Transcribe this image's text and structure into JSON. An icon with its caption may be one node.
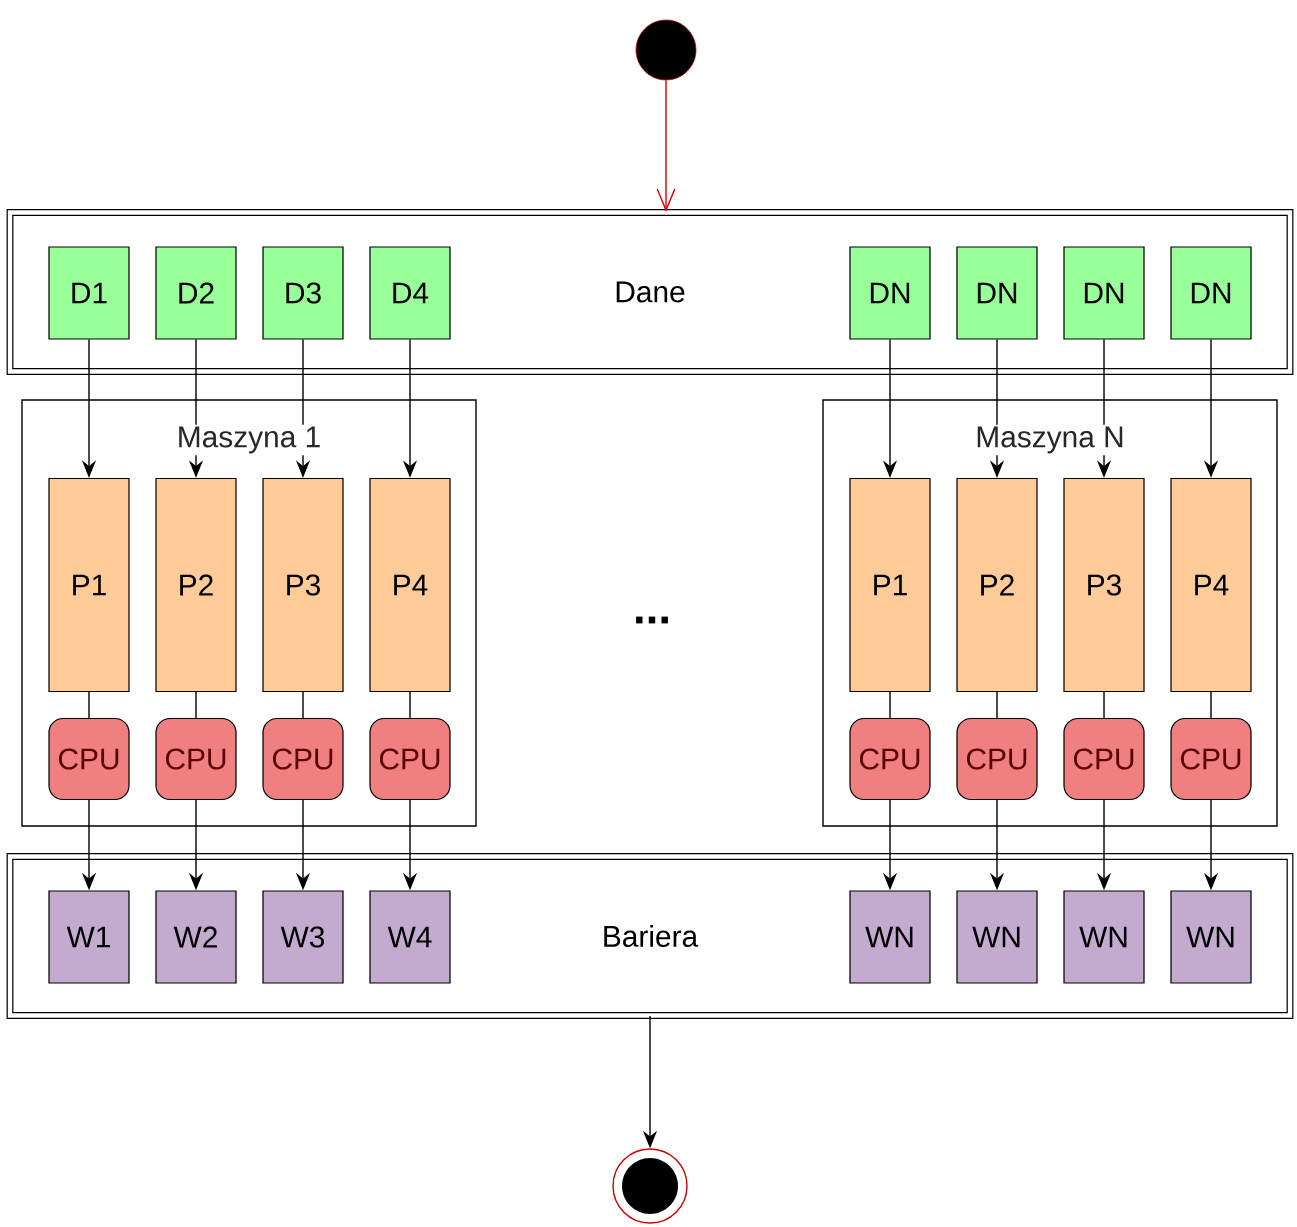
{
  "diagram": {
    "nodes": [
      {
        "text": [],
        "shape": "circle"
      },
      {
        "text": [
          "Dane"
        ]
      },
      {
        "text": [
          "D1"
        ],
        "in": 1
      },
      {
        "text": [
          "D2"
        ],
        "in": 1
      },
      {
        "text": [
          "D3"
        ],
        "in": 1
      },
      {
        "text": [
          "D4"
        ],
        "in": 1
      },
      {
        "text": [
          "DN"
        ],
        "in": 1
      },
      {
        "text": [
          "DN"
        ],
        "in": 1
      },
      {
        "text": [
          "DN"
        ],
        "in": 1
      },
      {
        "text": [
          "DN"
        ],
        "in": 1
      },
      {
        "text": [
          "Maszyna 1"
        ]
      },
      {
        "text": [
          "P1"
        ],
        "in": 10
      },
      {
        "text": [
          "P2"
        ],
        "in": 10
      },
      {
        "text": [
          "P3"
        ],
        "in": 10
      },
      {
        "text": [
          "P4"
        ],
        "in": 10
      },
      {
        "text": [
          "CPU"
        ],
        "in": 10
      },
      {
        "text": [
          "CPU"
        ],
        "in": 10
      },
      {
        "text": [
          "CPU"
        ],
        "in": 10
      },
      {
        "text": [
          "CPU"
        ],
        "in": 10
      },
      {
        "text": [
          "Maszyna N"
        ]
      },
      {
        "text": [
          "P1"
        ],
        "in": 19
      },
      {
        "text": [
          "P2"
        ],
        "in": 19
      },
      {
        "text": [
          "P3"
        ],
        "in": 19
      },
      {
        "text": [
          "P4"
        ],
        "in": 19
      },
      {
        "text": [
          "CPU"
        ],
        "in": 19
      },
      {
        "text": [
          "CPU"
        ],
        "in": 19
      },
      {
        "text": [
          "CPU"
        ],
        "in": 19
      },
      {
        "text": [
          "CPU"
        ],
        "in": 19
      },
      {
        "text": [
          "Bariera"
        ]
      },
      {
        "text": [
          "W1"
        ],
        "in": 28
      },
      {
        "text": [
          "W2"
        ],
        "in": 28
      },
      {
        "text": [
          "W3"
        ],
        "in": 28
      },
      {
        "text": [
          "W4"
        ],
        "in": 28
      },
      {
        "text": [
          "WN"
        ],
        "in": 28
      },
      {
        "text": [
          "WN"
        ],
        "in": 28
      },
      {
        "text": [
          "WN"
        ],
        "in": 28
      },
      {
        "text": [
          "WN"
        ],
        "in": 28
      },
      {
        "text": [],
        "shape": "circle"
      }
    ],
    "edges": [
      {
        "from": 0,
        "to": 1,
        "arrow": "to",
        "color": "#e00000"
      },
      {
        "from": 2,
        "to": 11,
        "arrow": "to"
      },
      {
        "from": 3,
        "to": 12,
        "arrow": "to"
      },
      {
        "from": 4,
        "to": 13,
        "arrow": "to"
      },
      {
        "from": 5,
        "to": 14,
        "arrow": "to"
      },
      {
        "from": 6,
        "to": 20,
        "arrow": "to"
      },
      {
        "from": 7,
        "to": 21,
        "arrow": "to"
      },
      {
        "from": 8,
        "to": 22,
        "arrow": "to"
      },
      {
        "from": 9,
        "to": 23,
        "arrow": "to"
      },
      {
        "from": 11,
        "to": 15,
        "arrow": "none"
      },
      {
        "from": 12,
        "to": 16,
        "arrow": "none"
      },
      {
        "from": 13,
        "to": 17,
        "arrow": "none"
      },
      {
        "from": 14,
        "to": 18,
        "arrow": "none"
      },
      {
        "from": 20,
        "to": 24,
        "arrow": "none"
      },
      {
        "from": 21,
        "to": 25,
        "arrow": "none"
      },
      {
        "from": 22,
        "to": 26,
        "arrow": "none"
      },
      {
        "from": 23,
        "to": 27,
        "arrow": "none"
      },
      {
        "from": 15,
        "to": 29,
        "arrow": "to"
      },
      {
        "from": 16,
        "to": 30,
        "arrow": "to"
      },
      {
        "from": 17,
        "to": 31,
        "arrow": "to"
      },
      {
        "from": 18,
        "to": 32,
        "arrow": "to"
      },
      {
        "from": 24,
        "to": 33,
        "arrow": "to"
      },
      {
        "from": 25,
        "to": 34,
        "arrow": "to"
      },
      {
        "from": 26,
        "to": 35,
        "arrow": "to"
      },
      {
        "from": 27,
        "to": 36,
        "arrow": "to"
      },
      {
        "from": 28,
        "to": 37,
        "arrow": "to"
      }
    ],
    "labels": [
      "..."
    ]
  }
}
